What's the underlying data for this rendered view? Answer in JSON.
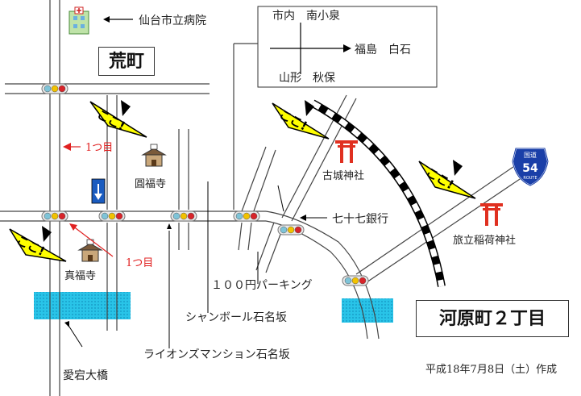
{
  "labels": {
    "hospital": "仙台市立病院",
    "aramachi": "荒町",
    "ichitsume_upper": "1つ目",
    "ichitsume_lower": "1つ目",
    "enpukuji": "圓福寺",
    "shinpukuji": "真福寺",
    "furushiro_shrine": "古城神社",
    "bank": "七十七銀行",
    "parking": "１００円パーキング",
    "chambord": "シャンボール石名坂",
    "lions_mansion": "ライオンズマンション石名坂",
    "atago_bridge": "愛宕大橋",
    "tabitate_shrine": "旅立稲荷神社",
    "kawaramachi": "河原町２丁目",
    "date_note": "平成18年7月8日（土）作成",
    "route_badge_top": "国道",
    "route_badge_number": "54",
    "route_badge_bottom": "ROUTE",
    "koko": "ここ!"
  },
  "direction_box": {
    "north": "市内　南小泉",
    "east": "福島　白石",
    "south": "山形　秋保"
  },
  "colors": {
    "signal_red": "#d8242a",
    "signal_yellow": "#f2c200",
    "signal_blue": "#7fc4d8",
    "river": "#29c4e8",
    "koko_yellow": "#ffff00",
    "torii_red": "#e03020",
    "arrow_red": "#e02020",
    "oneway_blue": "#1a5bbf"
  }
}
